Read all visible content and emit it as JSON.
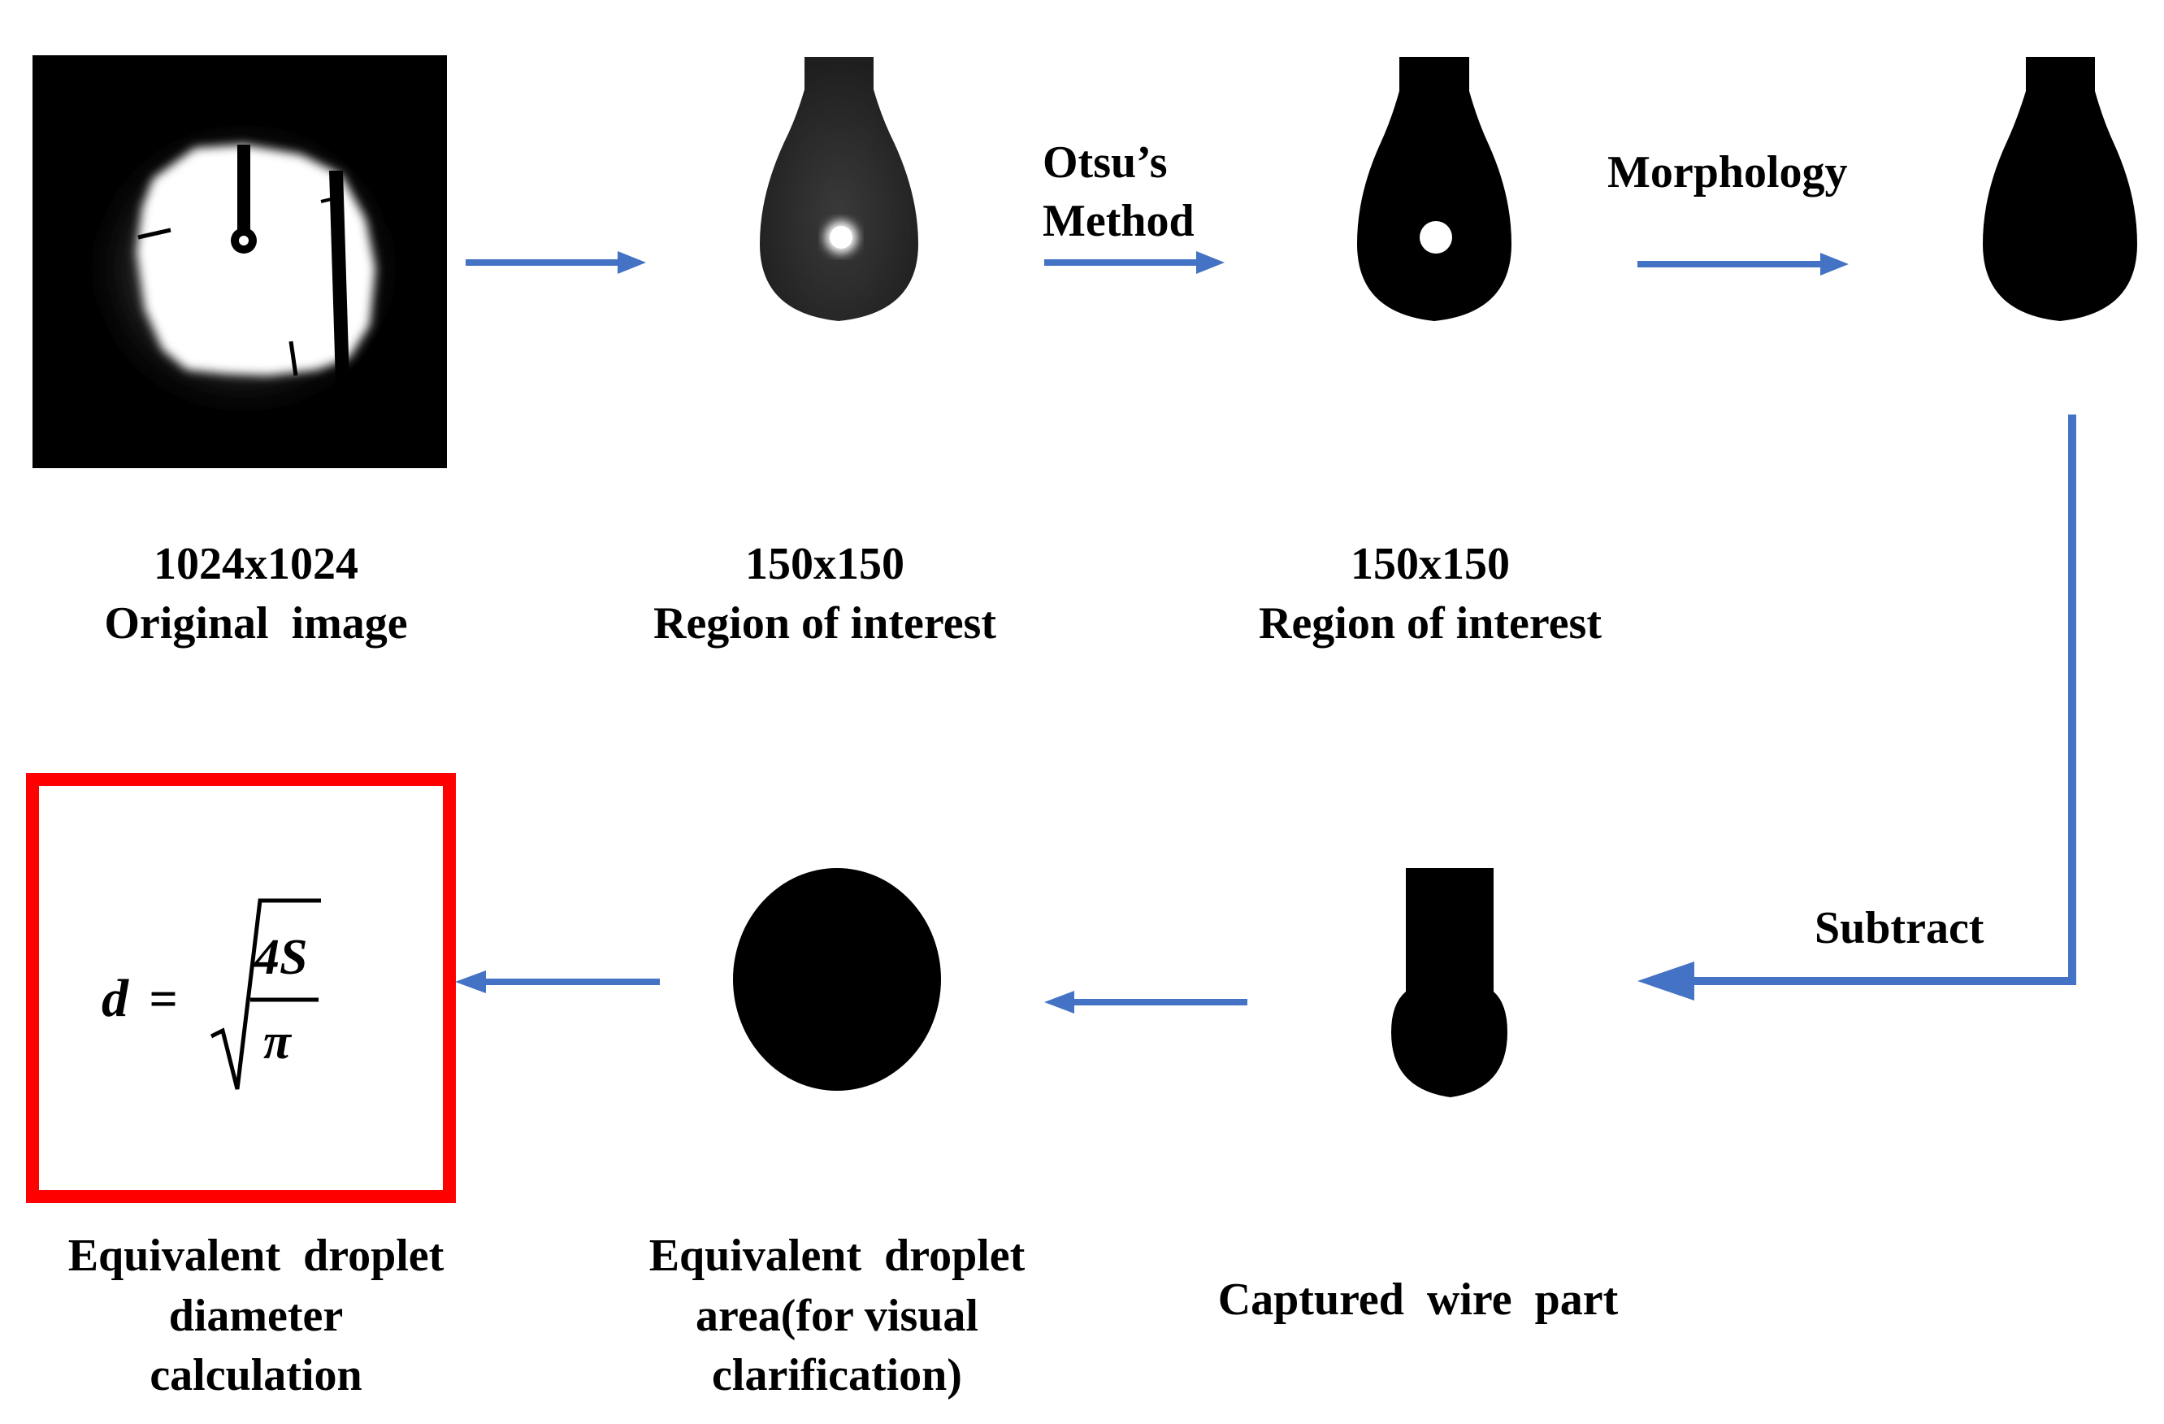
{
  "colors": {
    "arrow": "#4472C4",
    "highlight_box": "#FF0000",
    "image_black": "#000000",
    "image_white": "#FFFFFF"
  },
  "steps": {
    "original": {
      "caption_line1": "1024x1024",
      "caption_line2": "Original  image"
    },
    "roi_gray": {
      "caption_line1": "150x150",
      "caption_line2": "Region of interest"
    },
    "roi_binary": {
      "caption_line1": "150x150",
      "caption_line2": "Region of interest"
    },
    "wire": {
      "caption_line1": "Captured  wire  part"
    },
    "equivalent_area": {
      "caption_line1": "Equivalent  droplet",
      "caption_line2": "area(for visual",
      "caption_line3": "clarification)"
    },
    "diameter": {
      "caption_line1": "Equivalent  droplet",
      "caption_line2": "diameter",
      "caption_line3": "calculation"
    }
  },
  "arrow_labels": {
    "otsu_line1": "Otsu’s",
    "otsu_line2": "Method",
    "morphology": "Morphology",
    "subtract": "Subtract"
  },
  "formula": {
    "lhs": "d",
    "equals": "=",
    "numerator": "4S",
    "denominator": "π"
  }
}
